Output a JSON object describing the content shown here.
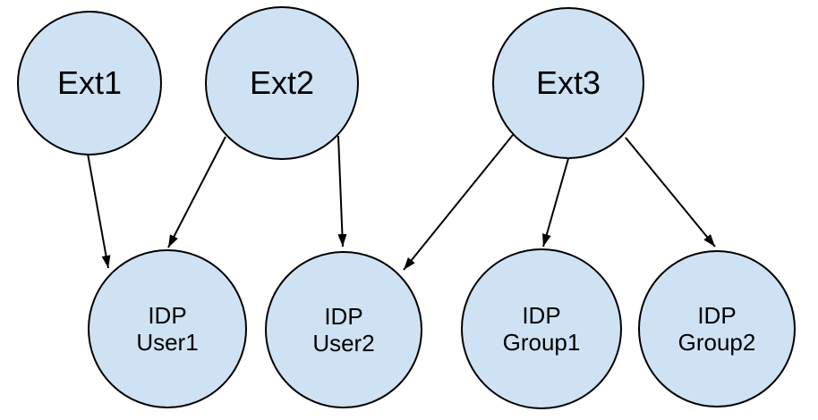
{
  "diagram": {
    "background_color": "#ffffff",
    "node_fill_color": "#cfe2f3",
    "node_stroke_color": "#000000",
    "edge_color": "#000000",
    "nodes": [
      {
        "id": "ext1",
        "type": "external",
        "label": "Ext1"
      },
      {
        "id": "ext2",
        "type": "external",
        "label": "Ext2"
      },
      {
        "id": "ext3",
        "type": "external",
        "label": "Ext3"
      },
      {
        "id": "idp-user1",
        "type": "idp",
        "label": "IDP User1",
        "line1": "IDP",
        "line2": "User1"
      },
      {
        "id": "idp-user2",
        "type": "idp",
        "label": "IDP User2",
        "line1": "IDP",
        "line2": "User2"
      },
      {
        "id": "idp-group1",
        "type": "idp",
        "label": "IDP Group1",
        "line1": "IDP",
        "line2": "Group1"
      },
      {
        "id": "idp-group2",
        "type": "idp",
        "label": "IDP Group2",
        "line1": "IDP",
        "line2": "Group2"
      }
    ],
    "edges": [
      {
        "from": "Ext1",
        "to": "IDP User1"
      },
      {
        "from": "Ext2",
        "to": "IDP User1"
      },
      {
        "from": "Ext2",
        "to": "IDP User2"
      },
      {
        "from": "Ext3",
        "to": "IDP User2"
      },
      {
        "from": "Ext3",
        "to": "IDP Group1"
      },
      {
        "from": "Ext3",
        "to": "IDP Group2"
      }
    ]
  }
}
